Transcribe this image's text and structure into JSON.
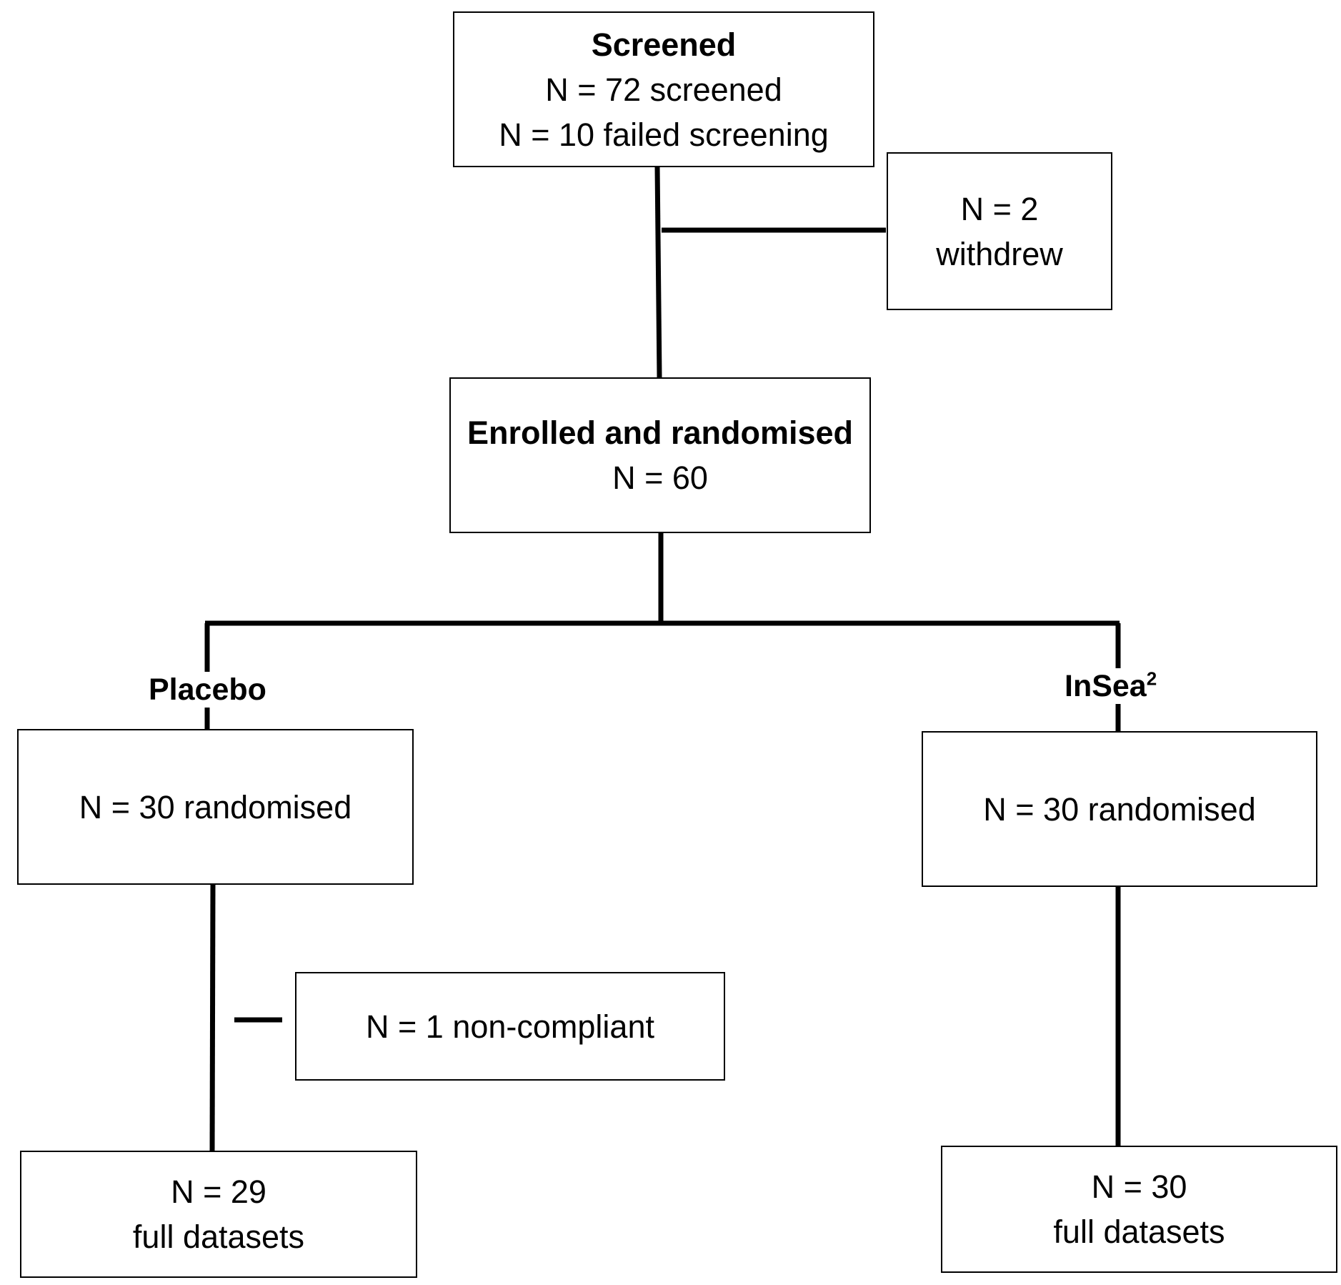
{
  "screened": {
    "title": "Screened",
    "line1": "N = 72 screened",
    "line2": "N = 10 failed screening"
  },
  "withdrew": {
    "line1": "N = 2",
    "line2": "withdrew"
  },
  "enrolled": {
    "title": "Enrolled and randomised",
    "line1": "N = 60"
  },
  "arms": {
    "placebo": {
      "label": "Placebo",
      "randomised": "N = 30 randomised",
      "non_compliant": "N = 1 non-compliant",
      "final_line1": "N = 29",
      "final_line2": "full datasets"
    },
    "insea": {
      "label": "InSea",
      "label_superscript": "2",
      "randomised": "N = 30 randomised",
      "final_line1": "N = 30",
      "final_line2": "full datasets"
    }
  }
}
